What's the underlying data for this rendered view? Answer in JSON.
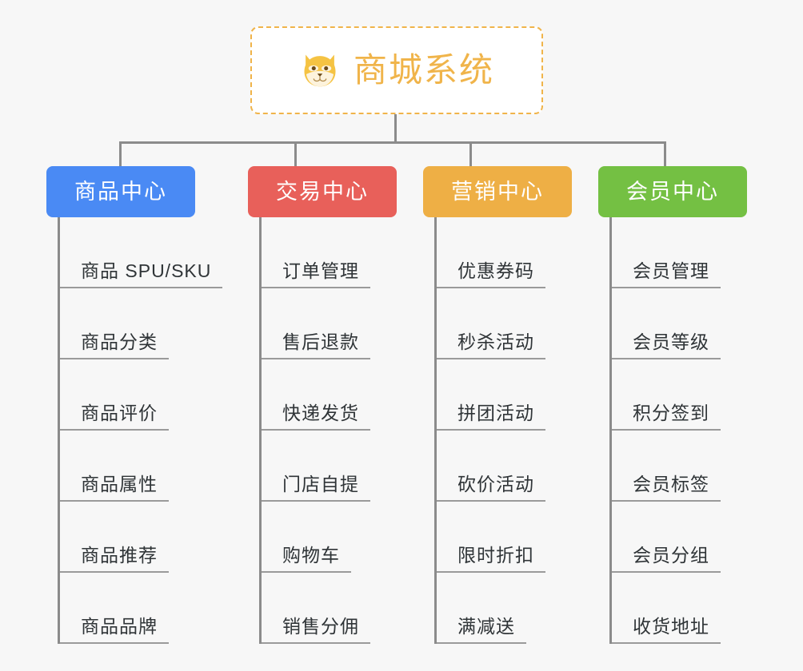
{
  "page": {
    "background_color": "#f7f7f7",
    "line_color": "#8b8b8b",
    "leaf_text_color": "#2f3437"
  },
  "root": {
    "title": "商城系统",
    "icon": "shiba-dog-face-icon",
    "text_color": "#f0b44a",
    "border_color": "#f0b44a",
    "background_color": "#ffffff"
  },
  "branches": [
    {
      "id": "product-center",
      "label": "商品中心",
      "color": "#4a8af4",
      "items": [
        {
          "label": "商品 SPU/SKU"
        },
        {
          "label": "商品分类"
        },
        {
          "label": "商品评价"
        },
        {
          "label": "商品属性"
        },
        {
          "label": "商品推荐"
        },
        {
          "label": "商品品牌"
        }
      ]
    },
    {
      "id": "trade-center",
      "label": "交易中心",
      "color": "#e8605a",
      "items": [
        {
          "label": "订单管理"
        },
        {
          "label": "售后退款"
        },
        {
          "label": "快递发货"
        },
        {
          "label": "门店自提"
        },
        {
          "label": "购物车"
        },
        {
          "label": "销售分佣"
        }
      ]
    },
    {
      "id": "marketing-center",
      "label": "营销中心",
      "color": "#eeaf45",
      "items": [
        {
          "label": "优惠券码"
        },
        {
          "label": "秒杀活动"
        },
        {
          "label": "拼团活动"
        },
        {
          "label": "砍价活动"
        },
        {
          "label": "限时折扣"
        },
        {
          "label": "满减送"
        }
      ]
    },
    {
      "id": "member-center",
      "label": "会员中心",
      "color": "#74c043",
      "items": [
        {
          "label": "会员管理"
        },
        {
          "label": "会员等级"
        },
        {
          "label": "积分签到"
        },
        {
          "label": "会员标签"
        },
        {
          "label": "会员分组"
        },
        {
          "label": "收货地址"
        }
      ]
    }
  ]
}
